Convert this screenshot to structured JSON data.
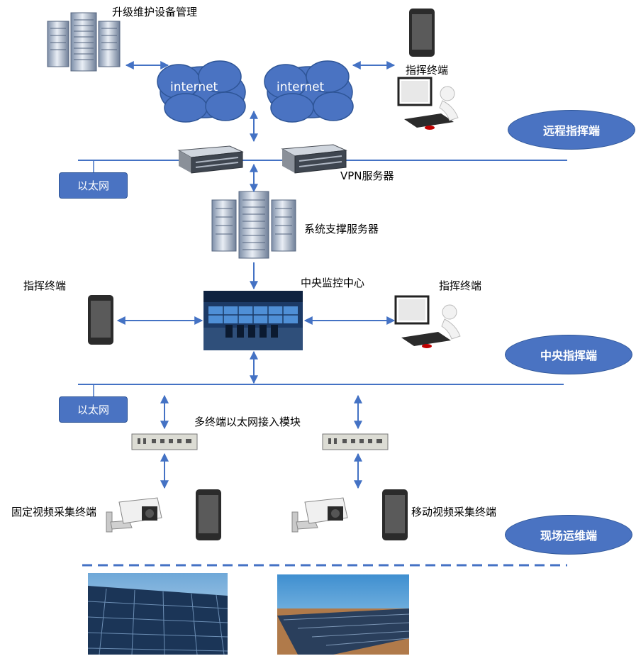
{
  "labels": {
    "upgrade_maintenance": "升级维护设备管理",
    "internet_left": "internet",
    "internet_right": "internet",
    "cmd_terminal_top": "指挥终端",
    "remote_zone": "远程指挥端",
    "ethernet_top": "以太网",
    "vpn_server": "VPN服务器",
    "support_server": "系统支撑服务器",
    "cmd_terminal_left": "指挥终端",
    "central_monitor": "中央监控中心",
    "cmd_terminal_right": "指挥终端",
    "central_zone": "中央指挥端",
    "ethernet_bottom": "以太网",
    "access_module": "多终端以太网接入模块",
    "fixed_video": "固定视频采集终端",
    "mobile_video": "移动视频采集终端",
    "field_zone": "现场运维端"
  },
  "colors": {
    "line": "#4472c4",
    "zone_fill": "#4a73c2",
    "cloud_fill": "#4a73c2"
  }
}
